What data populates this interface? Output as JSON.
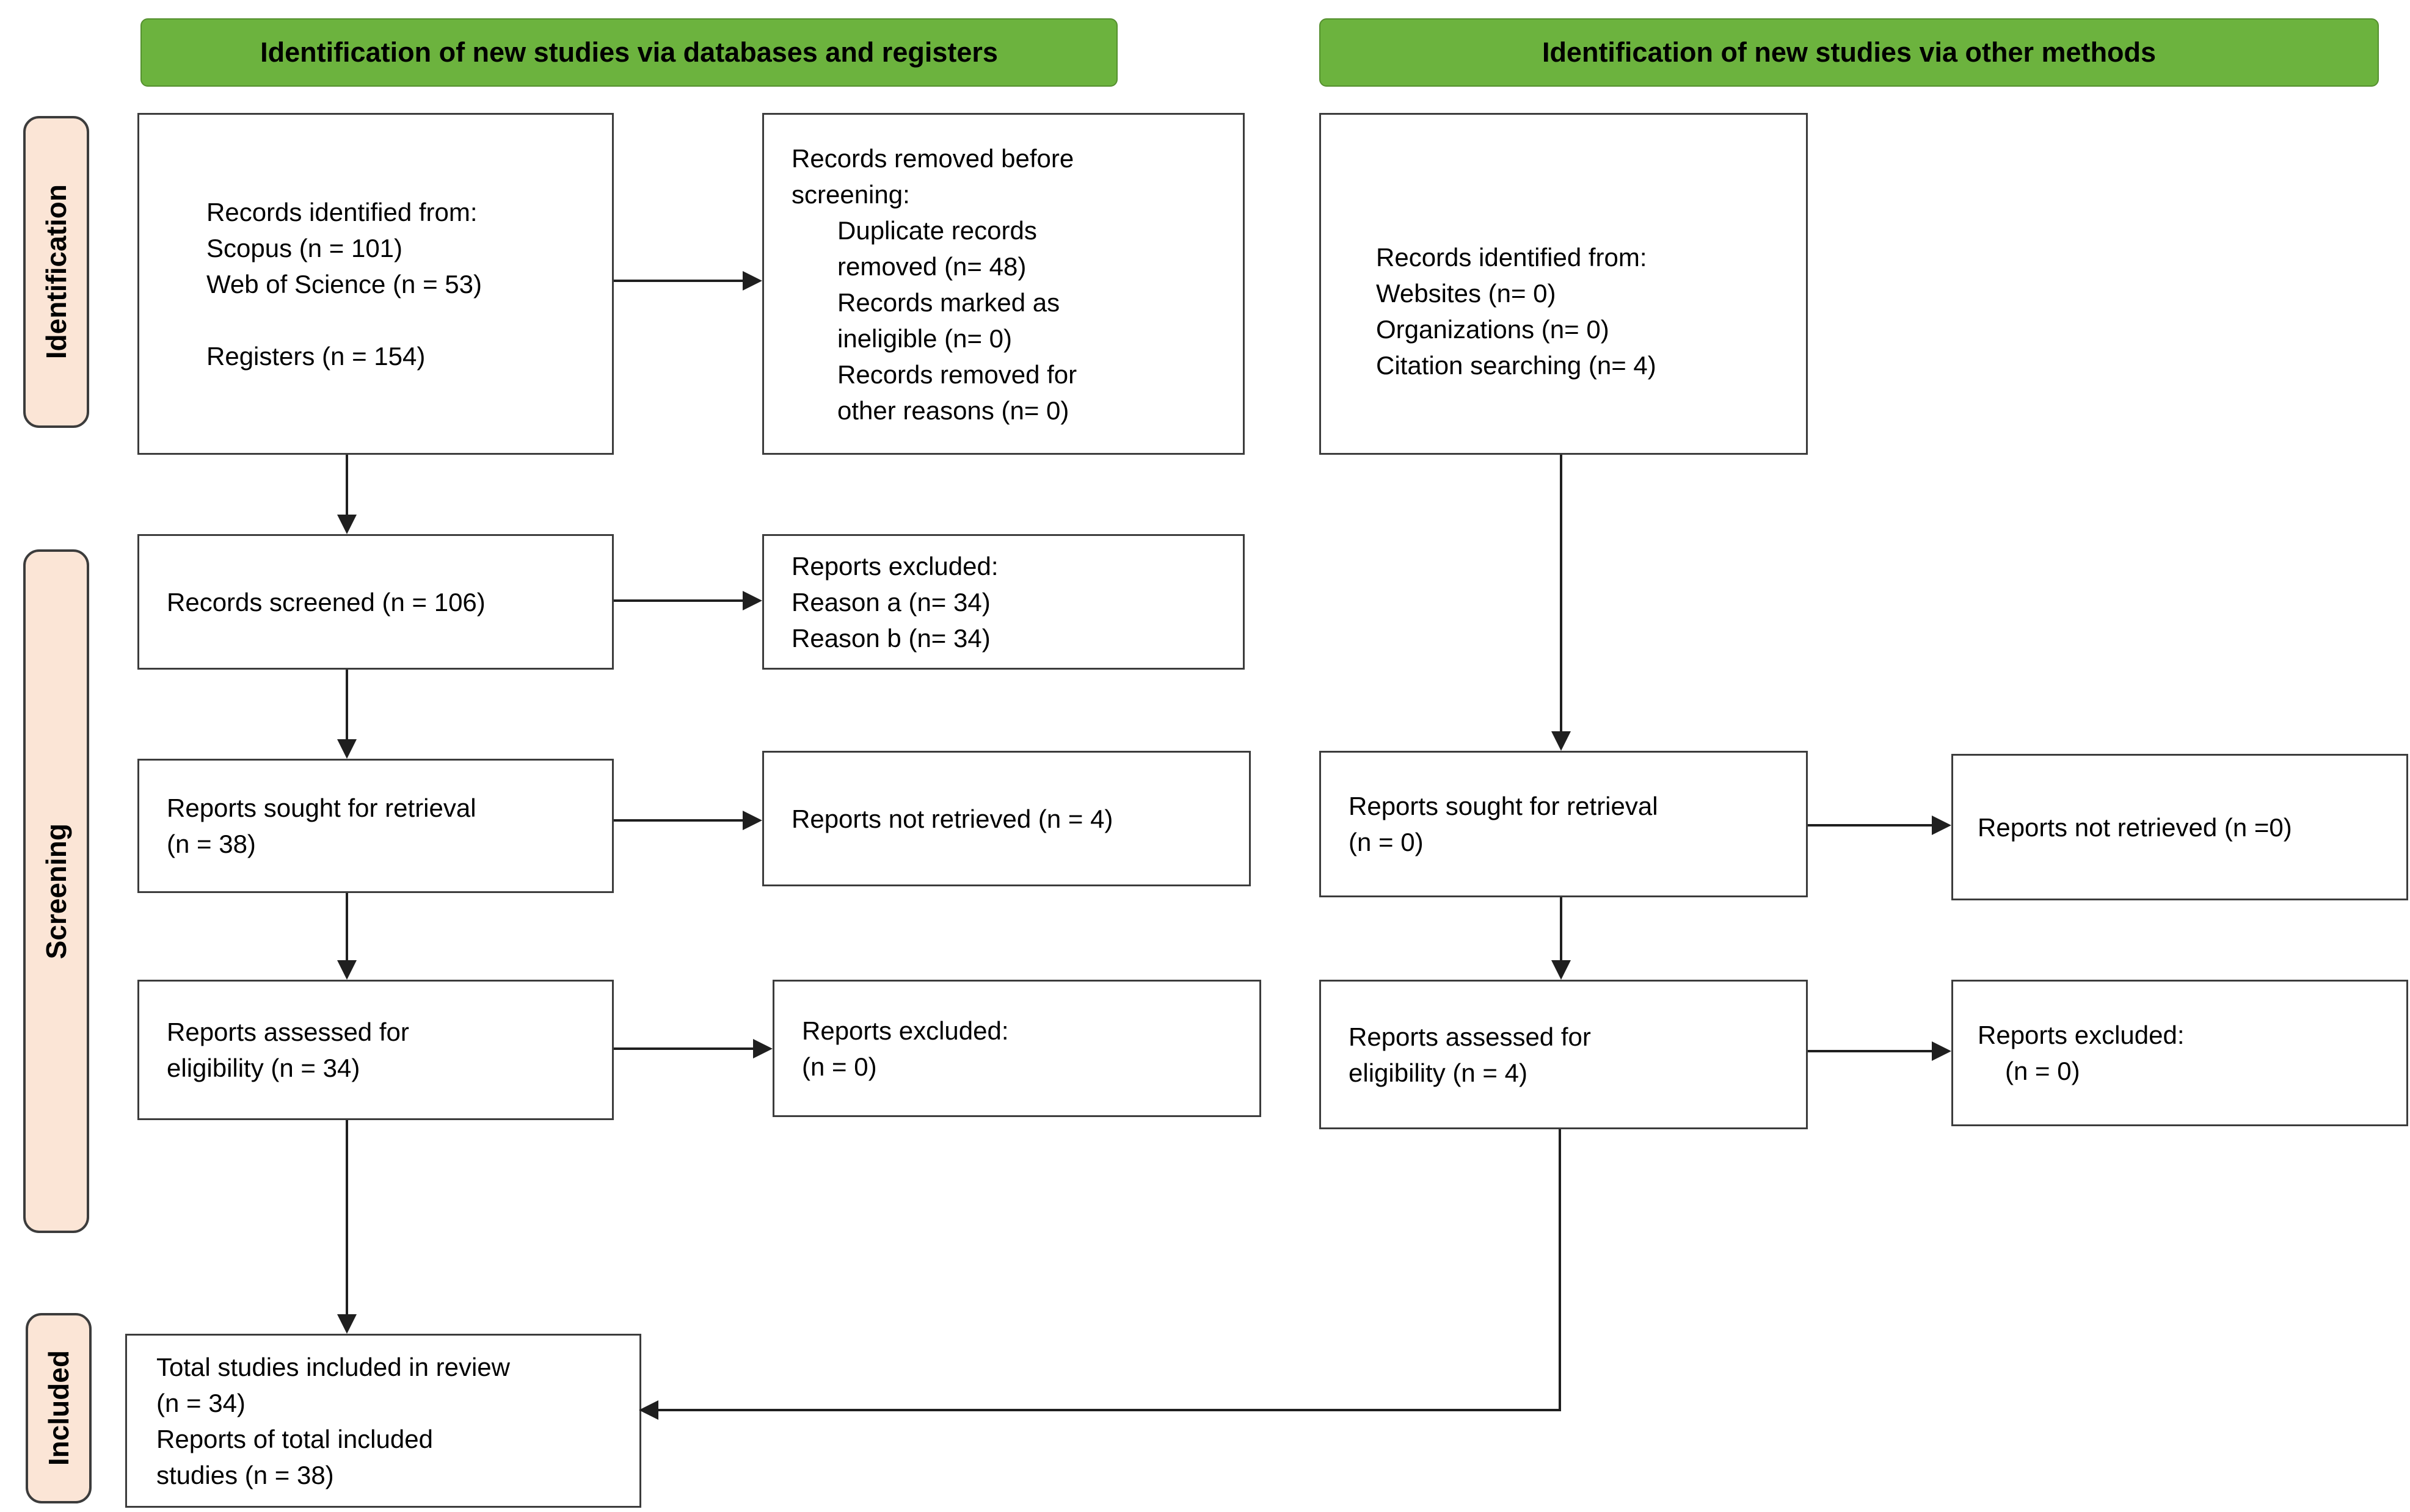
{
  "headers": {
    "databases": "Identification of new studies via databases and registers",
    "other": "Identification of new studies via other methods"
  },
  "sidebar": {
    "identification": "Identification",
    "screening": "Screening",
    "included": "Included"
  },
  "colors": {
    "header_green": "#6CB33E",
    "sidebar_peach": "#FBE5D6",
    "box_border": "#3C3C3C",
    "arrow": "#1F1F1F"
  },
  "boxes": {
    "db_identified": {
      "lines": [
        "Records identified from:",
        "Scopus (n = 101)",
        "Web of Science (n = 53)",
        "",
        "Registers (n = 154)"
      ]
    },
    "removed_before_screening": {
      "lines": [
        "Records removed before",
        "screening:",
        "Duplicate records",
        "removed (n= 48)",
        "Records marked as",
        "ineligible (n= 0)",
        "Records removed for",
        "other reasons (n= 0)"
      ]
    },
    "other_identified": {
      "lines": [
        "Records identified from:",
        "Websites (n= 0)",
        "Organizations (n= 0)",
        "Citation searching (n= 4)"
      ]
    },
    "records_screened": {
      "lines": [
        "Records screened (n = 106)"
      ]
    },
    "reports_excluded_reasons": {
      "lines": [
        "Reports excluded:",
        "Reason a (n= 34)",
        "Reason b (n= 34)"
      ]
    },
    "sought_db": {
      "lines": [
        "Reports sought for retrieval",
        "(n = 38)"
      ]
    },
    "not_retrieved_db": {
      "lines": [
        "Reports not retrieved (n = 4)"
      ]
    },
    "sought_other": {
      "lines": [
        "Reports sought for retrieval",
        "(n = 0)"
      ]
    },
    "not_retrieved_other": {
      "lines": [
        "Reports not retrieved (n =0)"
      ]
    },
    "assessed_db": {
      "lines": [
        "Reports assessed for",
        "eligibility (n = 34)"
      ]
    },
    "excluded_db": {
      "lines": [
        "Reports excluded:",
        "(n = 0)"
      ]
    },
    "assessed_other": {
      "lines": [
        "Reports assessed for",
        "eligibility (n = 4)"
      ]
    },
    "excluded_other": {
      "lines": [
        "Reports excluded:",
        "(n = 0)"
      ]
    },
    "included_total": {
      "lines": [
        "Total studies included in review",
        "(n = 34)",
        "Reports of total included",
        "studies (n = 38)"
      ]
    }
  }
}
